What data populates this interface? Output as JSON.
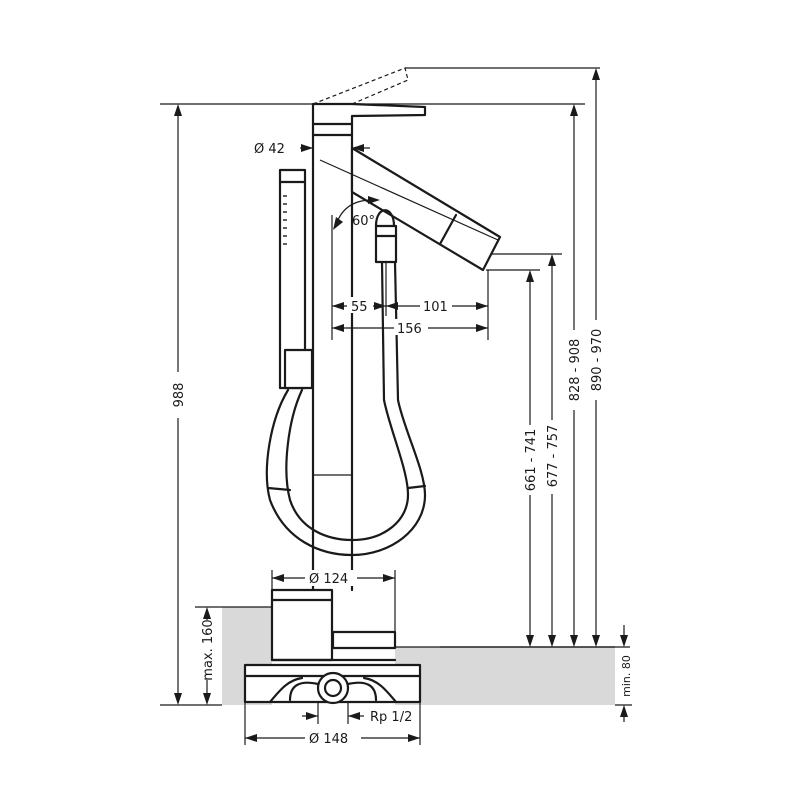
{
  "dimensions": {
    "d42": "Ø 42",
    "angle": "60°",
    "d55": "55",
    "d101": "101",
    "d156": "156",
    "d988": "988",
    "d661": "661 - 741",
    "d677": "677 - 757",
    "d828": "828 - 908",
    "d890": "890 - 970",
    "d124": "Ø 124",
    "max160": "max. 160",
    "min80": "min. 80",
    "rp": "Rp 1/2",
    "d148": "Ø 148"
  }
}
